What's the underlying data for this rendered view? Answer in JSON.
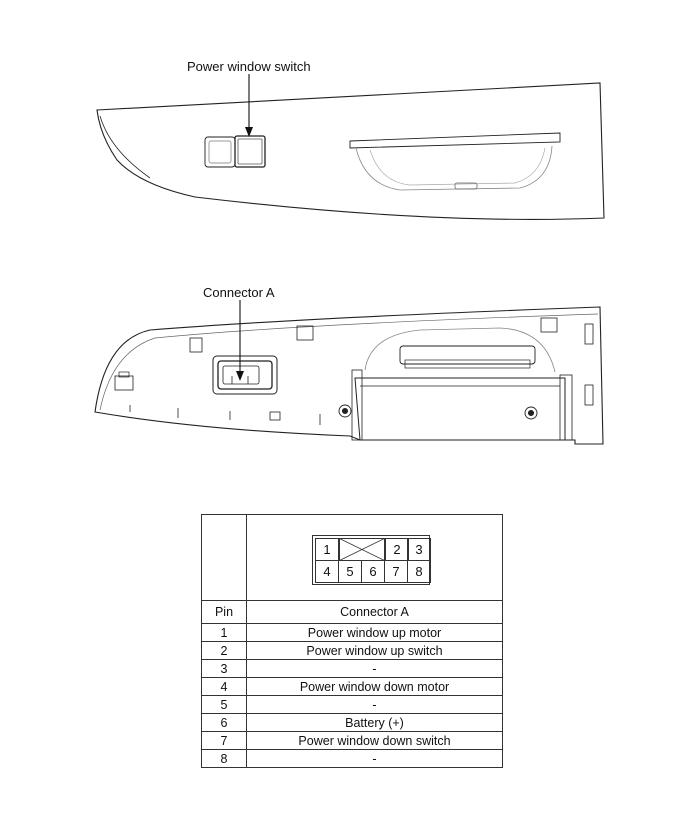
{
  "callouts": {
    "switch_label": "Power window switch",
    "connector_label": "Connector A"
  },
  "connector": {
    "top_pins": [
      "1",
      "2",
      "3"
    ],
    "bottom_pins": [
      "4",
      "5",
      "6",
      "7",
      "8"
    ]
  },
  "table": {
    "headers": {
      "pin": "Pin",
      "connector": "Connector A"
    },
    "rows": [
      {
        "pin": "1",
        "desc": "Power window up motor"
      },
      {
        "pin": "2",
        "desc": "Power window up switch"
      },
      {
        "pin": "3",
        "desc": "-"
      },
      {
        "pin": "4",
        "desc": "Power window down motor"
      },
      {
        "pin": "5",
        "desc": "-"
      },
      {
        "pin": "6",
        "desc": "Battery (+)"
      },
      {
        "pin": "7",
        "desc": "Power window down switch"
      },
      {
        "pin": "8",
        "desc": "-"
      }
    ]
  }
}
